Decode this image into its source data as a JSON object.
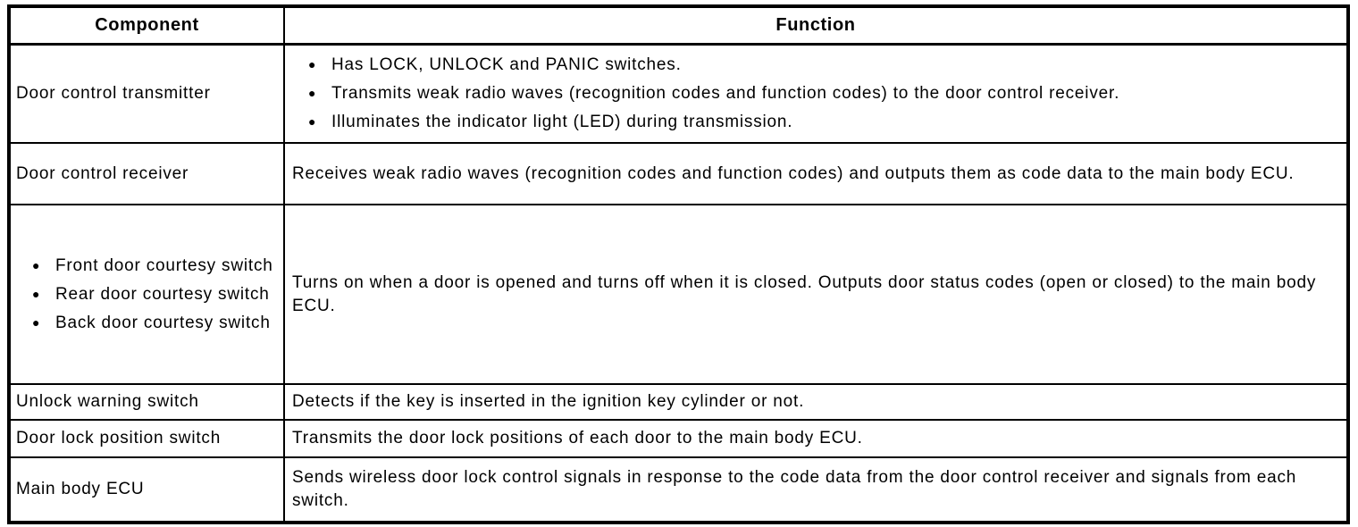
{
  "page": {
    "background_color": "#ffffff",
    "border_color": "#000000",
    "text_color": "#000000"
  },
  "ui": {
    "bullet_icon": "●"
  },
  "table": {
    "headers": {
      "component": "Component",
      "function": "Function"
    },
    "rows": [
      {
        "component_text": "Door control transmitter",
        "function_bullets": [
          "Has LOCK, UNLOCK and PANIC switches.",
          "Transmits weak radio waves (recognition codes and function codes) to the door control receiver.",
          "Illuminates the indicator light (LED) during transmission."
        ]
      },
      {
        "component_text": "Door control receiver",
        "function_text": "Receives weak radio waves (recognition codes and function codes) and outputs them as code data to the main body ECU."
      },
      {
        "component_bullets": [
          "Front door courtesy switch",
          "Rear door courtesy switch",
          "Back door courtesy switch"
        ],
        "function_text": "Turns on when a door is opened and turns off when it is closed. Outputs door status codes (open or closed) to the main body ECU."
      },
      {
        "component_text": "Unlock warning switch",
        "function_text": "Detects if the key is inserted in the ignition key cylinder or not."
      },
      {
        "component_text": "Door lock position switch",
        "function_text": "Transmits the door lock positions of each door to the main body ECU."
      },
      {
        "component_text": "Main body ECU",
        "function_text": "Sends wireless door lock control signals in response to the code data from the door control receiver and signals from each switch."
      }
    ]
  }
}
